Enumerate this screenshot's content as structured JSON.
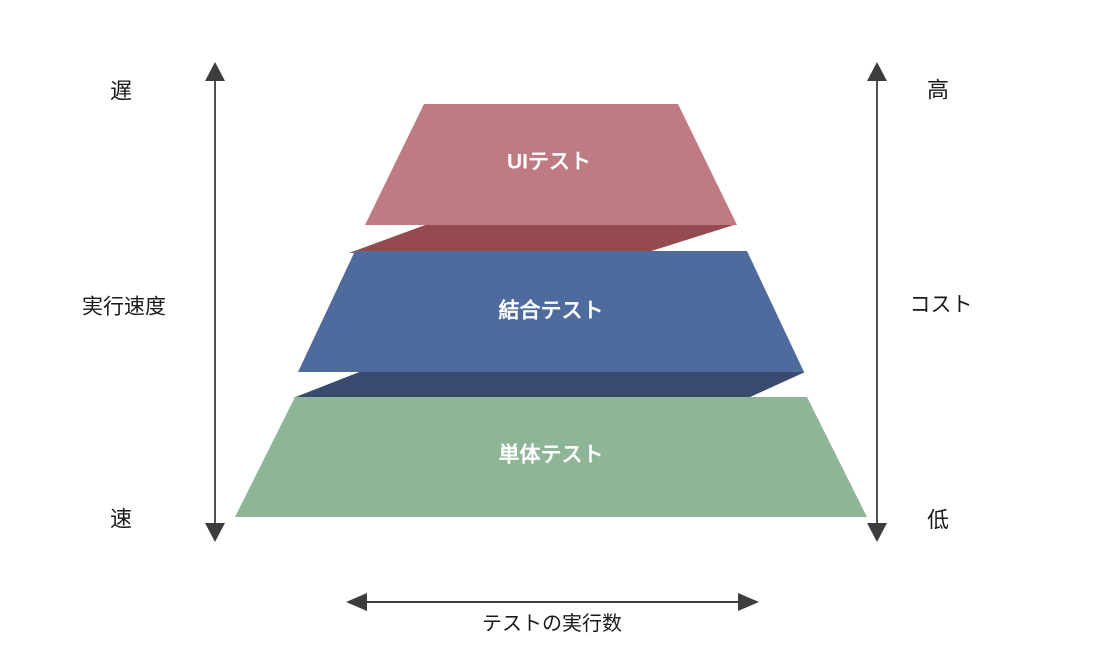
{
  "pyramid": {
    "layers": [
      {
        "label": "UIテスト",
        "color": "#bf7b81",
        "shadow_color": "#954a50"
      },
      {
        "label": "結合テスト",
        "color": "#4f6b9d",
        "shadow_color": "#3a4a6e"
      },
      {
        "label": "単体テスト",
        "color": "#8eb696"
      }
    ],
    "layer_text_color": "#ffffff"
  },
  "left_axis": {
    "top_label": "遅",
    "axis_label": "実行速度",
    "bottom_label": "速"
  },
  "right_axis": {
    "top_label": "高",
    "axis_label": "コスト",
    "bottom_label": "低"
  },
  "bottom_axis": {
    "label": "テストの実行数"
  },
  "colors": {
    "arrow": "#3d3d3d",
    "text": "#1a1a1a",
    "background": "#ffffff"
  }
}
